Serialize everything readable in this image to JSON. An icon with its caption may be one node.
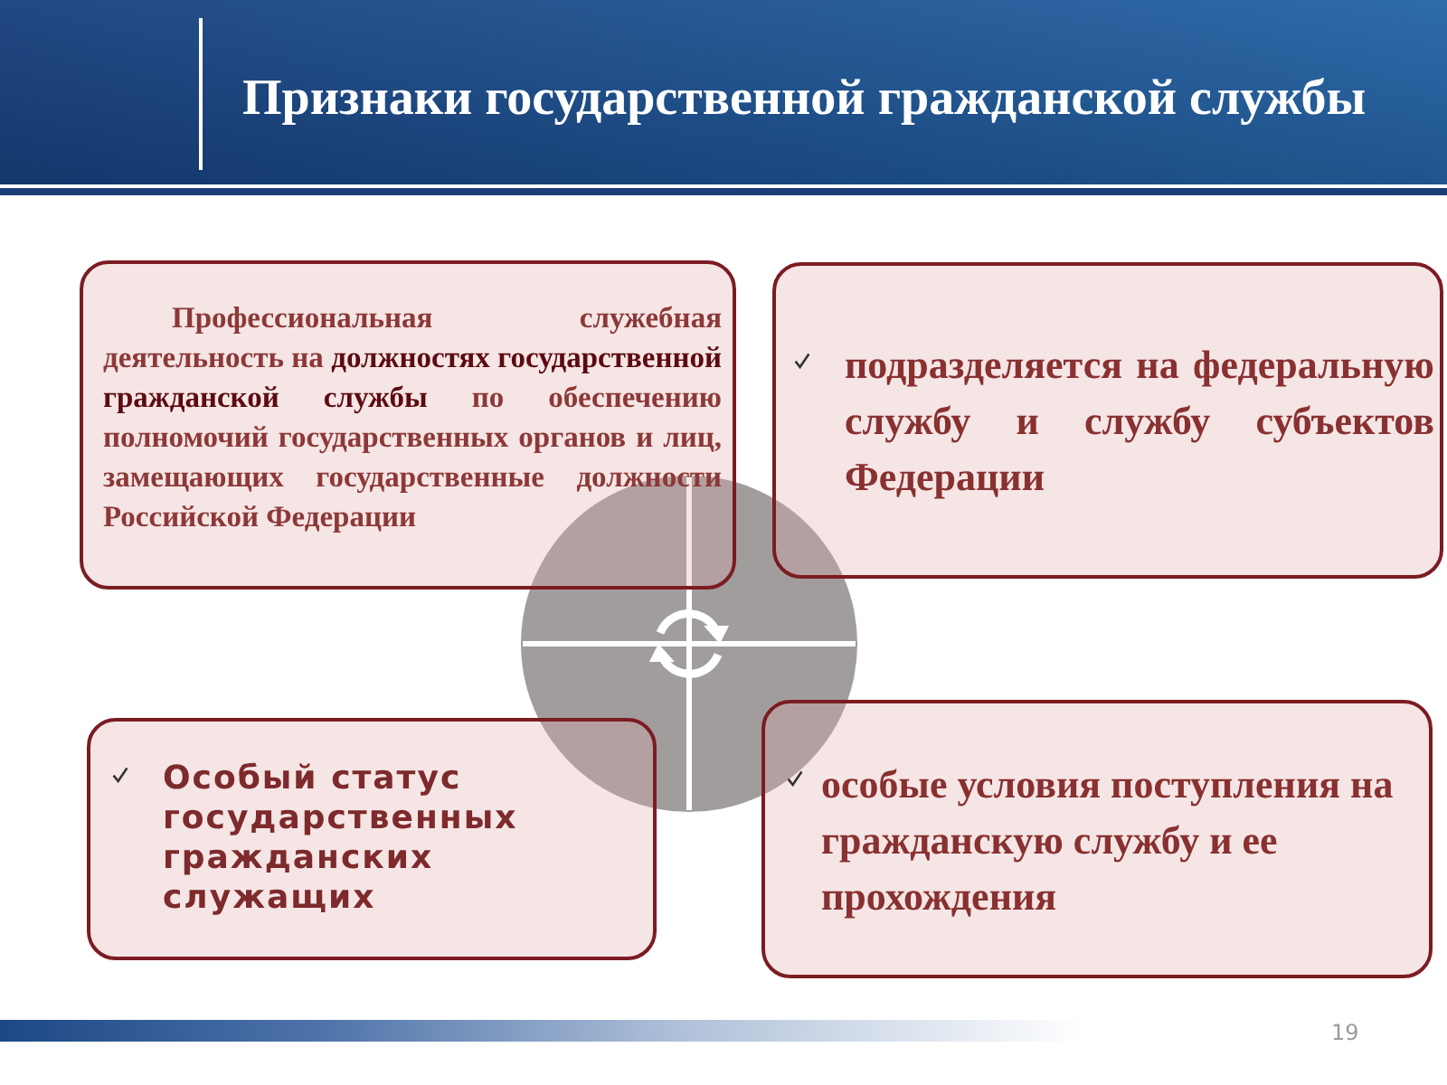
{
  "diagram": {
    "title": "Признаки государственной гражданской службы",
    "nodes": [
      {
        "text": [
          "Профессиональная служебная деятельность на **должностях государственной гражданской службы** по обеспечению полномочий государственных органов и лиц, замещающих государственные должности Российской Федерации"
        ]
      },
      {
        "text": [
          "подразделяется на федеральную службу и службу субъектов Федерации"
        ]
      },
      {
        "text": [
          "Особый статус государственных гражданских служащих"
        ]
      },
      {
        "text": [
          "особые условия поступления на гражданскую службу и ее прохождения"
        ]
      }
    ],
    "labels": [
      "19"
    ]
  }
}
